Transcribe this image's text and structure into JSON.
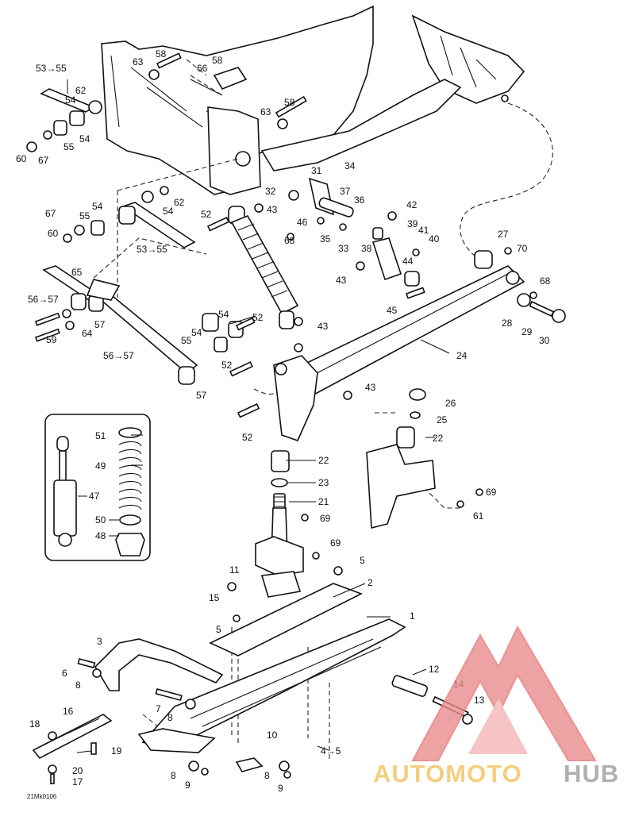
{
  "diagram": {
    "reference_code": "21Mk0106",
    "watermark": {
      "brand_part_1": "AUTOMOTO",
      "brand_part_2": "HUB"
    },
    "callouts": [
      {
        "label": "53→55"
      },
      {
        "label": "63"
      },
      {
        "label": "58"
      },
      {
        "label": "58"
      },
      {
        "label": "66"
      },
      {
        "label": "62"
      },
      {
        "label": "54"
      },
      {
        "label": "63"
      },
      {
        "label": "58"
      },
      {
        "label": "54"
      },
      {
        "label": "55"
      },
      {
        "label": "60"
      },
      {
        "label": "67"
      },
      {
        "label": "31"
      },
      {
        "label": "34"
      },
      {
        "label": "32"
      },
      {
        "label": "37"
      },
      {
        "label": "36"
      },
      {
        "label": "67"
      },
      {
        "label": "55"
      },
      {
        "label": "54"
      },
      {
        "label": "62"
      },
      {
        "label": "54"
      },
      {
        "label": "52"
      },
      {
        "label": "43"
      },
      {
        "label": "46"
      },
      {
        "label": "42"
      },
      {
        "label": "39"
      },
      {
        "label": "41"
      },
      {
        "label": "40"
      },
      {
        "label": "60"
      },
      {
        "label": "68"
      },
      {
        "label": "35"
      },
      {
        "label": "33"
      },
      {
        "label": "53→55"
      },
      {
        "label": "38"
      },
      {
        "label": "27"
      },
      {
        "label": "70"
      },
      {
        "label": "65"
      },
      {
        "label": "44"
      },
      {
        "label": "43"
      },
      {
        "label": "56→57"
      },
      {
        "label": "68"
      },
      {
        "label": "45"
      },
      {
        "label": "54"
      },
      {
        "label": "52"
      },
      {
        "label": "57"
      },
      {
        "label": "28"
      },
      {
        "label": "29"
      },
      {
        "label": "30"
      },
      {
        "label": "59"
      },
      {
        "label": "64"
      },
      {
        "label": "54"
      },
      {
        "label": "55"
      },
      {
        "label": "43"
      },
      {
        "label": "56→57"
      },
      {
        "label": "24"
      },
      {
        "label": "52"
      },
      {
        "label": "57"
      },
      {
        "label": "43"
      },
      {
        "label": "26"
      },
      {
        "label": "25"
      },
      {
        "label": "52"
      },
      {
        "label": "22"
      },
      {
        "label": "51"
      },
      {
        "label": "49"
      },
      {
        "label": "22"
      },
      {
        "label": "23"
      },
      {
        "label": "47"
      },
      {
        "label": "21"
      },
      {
        "label": "69"
      },
      {
        "label": "61"
      },
      {
        "label": "50"
      },
      {
        "label": "69"
      },
      {
        "label": "48"
      },
      {
        "label": "69"
      },
      {
        "label": "5"
      },
      {
        "label": "11"
      },
      {
        "label": "2"
      },
      {
        "label": "15"
      },
      {
        "label": "5"
      },
      {
        "label": "1"
      },
      {
        "label": "3"
      },
      {
        "label": "12"
      },
      {
        "label": "6"
      },
      {
        "label": "8"
      },
      {
        "label": "14"
      },
      {
        "label": "13"
      },
      {
        "label": "7"
      },
      {
        "label": "8"
      },
      {
        "label": "16"
      },
      {
        "label": "18"
      },
      {
        "label": "10"
      },
      {
        "label": "19"
      },
      {
        "label": "4→5"
      },
      {
        "label": "20"
      },
      {
        "label": "8"
      },
      {
        "label": "8"
      },
      {
        "label": "17"
      },
      {
        "label": "9"
      },
      {
        "label": "9"
      }
    ]
  }
}
